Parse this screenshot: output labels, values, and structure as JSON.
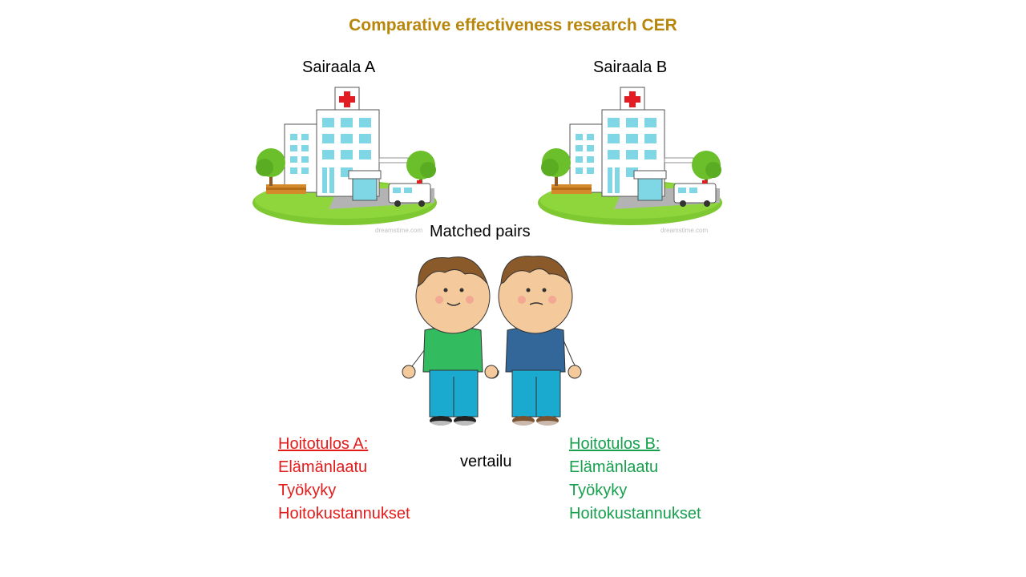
{
  "title": "Comparative effectiveness research CER",
  "hospitals": [
    {
      "label": "Sairaala A",
      "watermark": "dreamstime.com"
    },
    {
      "label": "Sairaala B",
      "watermark": "dreamstime.com"
    }
  ],
  "matched_label": "Matched pairs",
  "comparison_label": "vertailu",
  "outcomes": [
    {
      "heading": "Hoitotulos A:",
      "items": [
        "Elämänlaatu",
        "Työkyky",
        "Hoitokustannukset"
      ],
      "color": "#e21b1b"
    },
    {
      "heading": "Hoitotulos B:",
      "items": [
        "Elämänlaatu",
        "Työkyky",
        "Hoitokustannukset"
      ],
      "color": "#16a04e"
    }
  ],
  "icons": [
    "hospital-icon",
    "ambulance-icon",
    "tree-icon",
    "boy-icon"
  ],
  "colors": {
    "title": "#b8860b",
    "red_cross": "#e31b23",
    "shirt_a": "#33bb5f",
    "shirt_b": "#336699",
    "pants": "#1aa9cf"
  }
}
